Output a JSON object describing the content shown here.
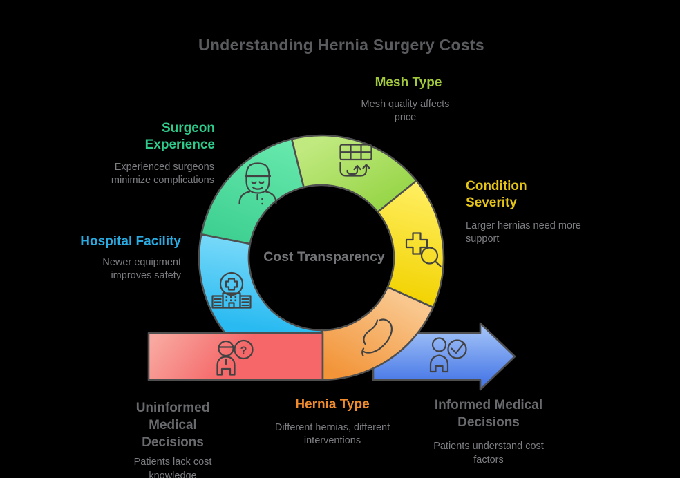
{
  "title": "Understanding Hernia Surgery Costs",
  "center_label": "Cost Transparency",
  "factors": [
    {
      "id": "mesh-type",
      "label": "Mesh Type",
      "description": "Mesh quality affects price",
      "label_color": "#a2c93c",
      "segment_color": "#a7db55",
      "icon": "mesh-grid-icon"
    },
    {
      "id": "condition-severity",
      "label": "Condition Severity",
      "description": "Larger hernias need more support",
      "label_color": "#e6c517",
      "segment_color": "#f9dd1f",
      "icon": "medical-cross-magnifier-icon"
    },
    {
      "id": "hernia-type",
      "label": "Hernia Type",
      "description": "Different hernias, different interventions",
      "label_color": "#ef8b2d",
      "segment_color": "#f5a755",
      "icon": "stomach-icon"
    },
    {
      "id": "hospital-facility",
      "label": "Hospital Facility",
      "description": "Newer equipment improves safety",
      "label_color": "#29abe2",
      "segment_color": "#4fcbf6",
      "icon": "hospital-icon"
    },
    {
      "id": "surgeon-experience",
      "label": "Surgeon Experience",
      "description": "Experienced surgeons minimize complications",
      "label_color": "#2ecb8b",
      "segment_color": "#4fdc9e",
      "icon": "surgeon-icon"
    }
  ],
  "flow": [
    {
      "id": "uninformed",
      "label": "Uninformed Medical Decisions",
      "description": "Patients lack cost knowledge",
      "band_color": "#f58585",
      "icon": "person-question-icon"
    },
    {
      "id": "informed",
      "label": "Informed Medical Decisions",
      "description": "Patients understand cost factors",
      "band_color": "#6f9cf0",
      "icon": "person-check-icon"
    }
  ]
}
